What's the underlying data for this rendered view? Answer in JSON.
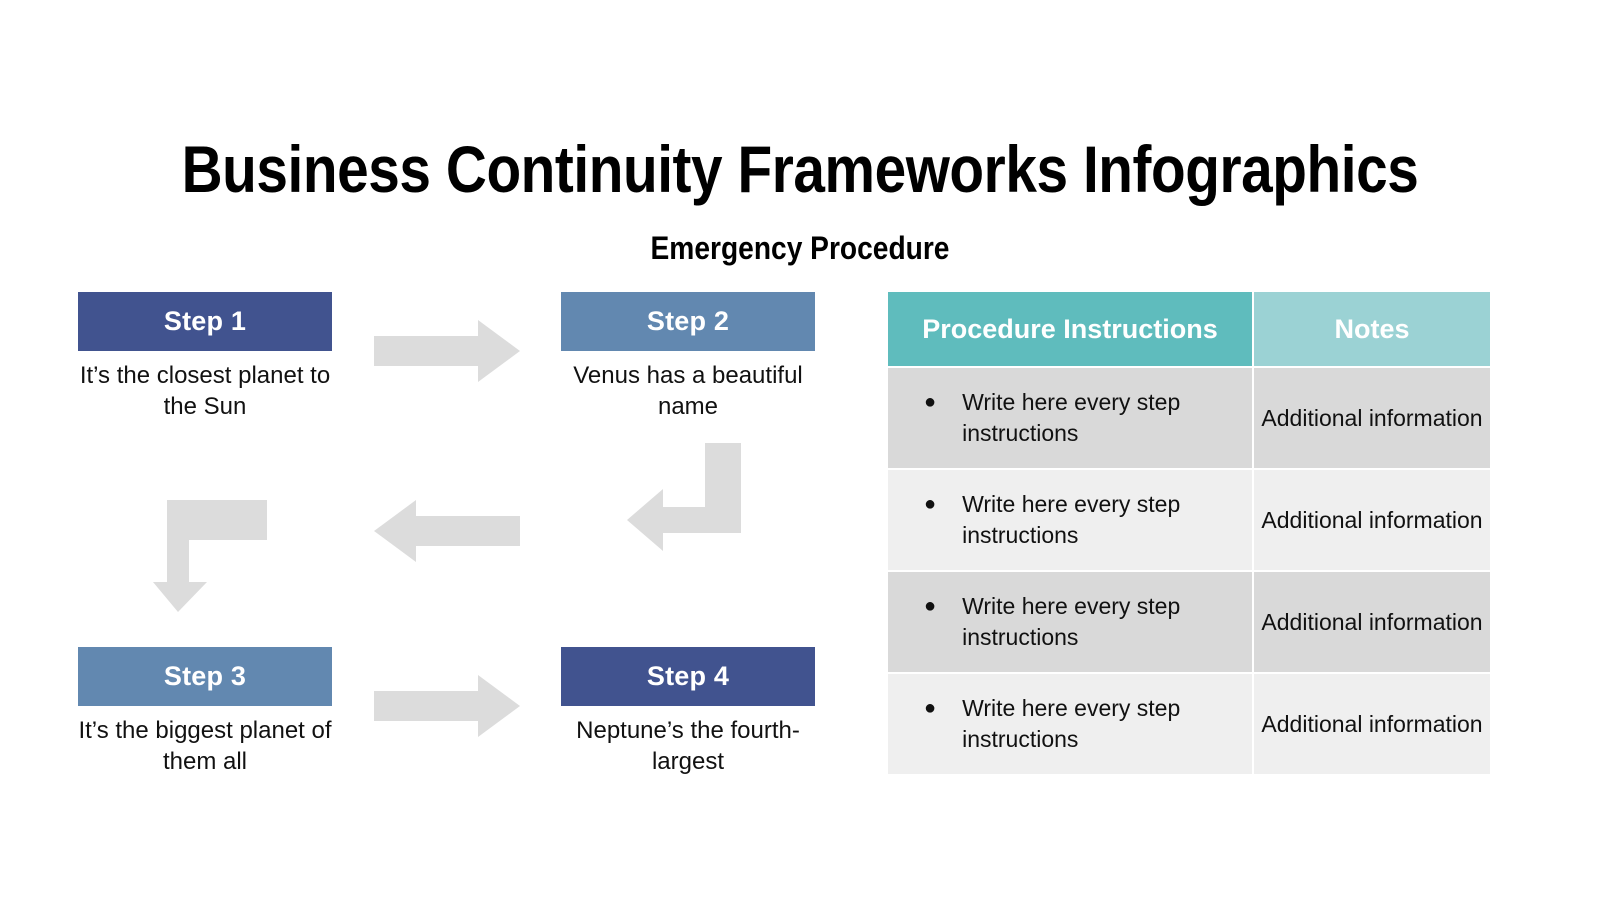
{
  "slide": {
    "title": "Business Continuity Frameworks Infographics",
    "subtitle": "Emergency Procedure"
  },
  "colors": {
    "navy": "#41538f",
    "steel": "#6288b0",
    "teal": "#5fbcbd",
    "teal_light": "#9bd2d4",
    "arrow_gray": "#dcdcdc",
    "row_dark": "#d9d9d9",
    "row_light": "#efefef"
  },
  "flow": {
    "steps": [
      {
        "label": "Step 1",
        "description": "It’s the closest planet to the Sun",
        "color": "#41538f"
      },
      {
        "label": "Step 2",
        "description": "Venus has a beautiful name",
        "color": "#6288b0"
      },
      {
        "label": "Step 3",
        "description": "It’s the biggest planet of them all",
        "color": "#6288b0"
      },
      {
        "label": "Step 4",
        "description": "Neptune’s the fourth-largest",
        "color": "#41538f"
      }
    ],
    "arrows": [
      {
        "name": "arrow-right-step1-to-step2",
        "direction": "right"
      },
      {
        "name": "arrow-elbow-down-left-step2",
        "direction": "down-then-left"
      },
      {
        "name": "arrow-left-middle",
        "direction": "left"
      },
      {
        "name": "arrow-elbow-left-down-step3",
        "direction": "left-then-down"
      },
      {
        "name": "arrow-right-step3-to-step4",
        "direction": "right"
      }
    ]
  },
  "table": {
    "headers": [
      "Procedure Instructions",
      "Notes"
    ],
    "rows": [
      {
        "instruction": "Write here every step instructions",
        "note": "Additional information"
      },
      {
        "instruction": "Write here every step instructions",
        "note": "Additional information"
      },
      {
        "instruction": "Write here every step instructions",
        "note": "Additional information"
      },
      {
        "instruction": "Write here every step instructions",
        "note": "Additional information"
      }
    ],
    "bullet": "●"
  }
}
